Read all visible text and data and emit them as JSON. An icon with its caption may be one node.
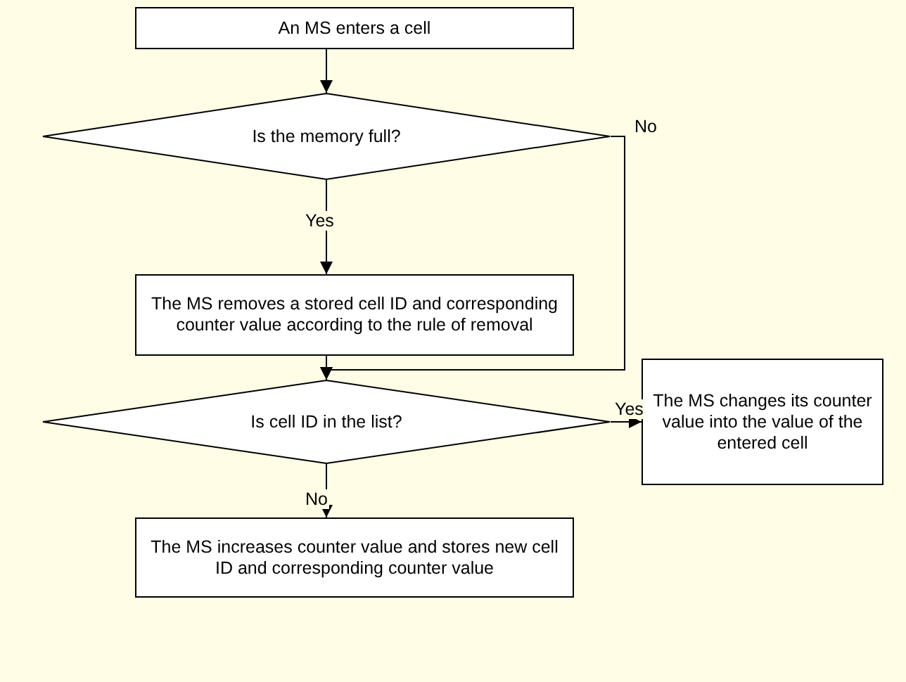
{
  "diagram": {
    "nodes": [
      {
        "text": [
          "An MS enters a cell"
        ]
      },
      {
        "text": [
          "Is the memory full?"
        ]
      },
      {
        "text": [
          "The MS removes a stored cell ID and corresponding counter value according to the rule of removal"
        ]
      },
      {
        "text": [
          "Is cell ID in the list?"
        ]
      },
      {
        "text": [
          "The MS changes its counter value into the value of the entered cell"
        ]
      },
      {
        "text": [
          "The MS increases counter value and stores new cell ID and corresponding counter value"
        ]
      }
    ],
    "edges": [
      {
        "from": 0,
        "to": 1,
        "arrow": "to"
      },
      {
        "from": 1,
        "to": 2,
        "arrow": "to",
        "label": "Yes"
      },
      {
        "from": 1,
        "to": 3,
        "arrow": "to",
        "label": "No"
      },
      {
        "from": 2,
        "to": 3,
        "arrow": "to"
      },
      {
        "from": 3,
        "to": 4,
        "arrow": "to",
        "label": "Yes"
      },
      {
        "from": 3,
        "to": 5,
        "arrow": "to",
        "label": "No"
      }
    ]
  }
}
